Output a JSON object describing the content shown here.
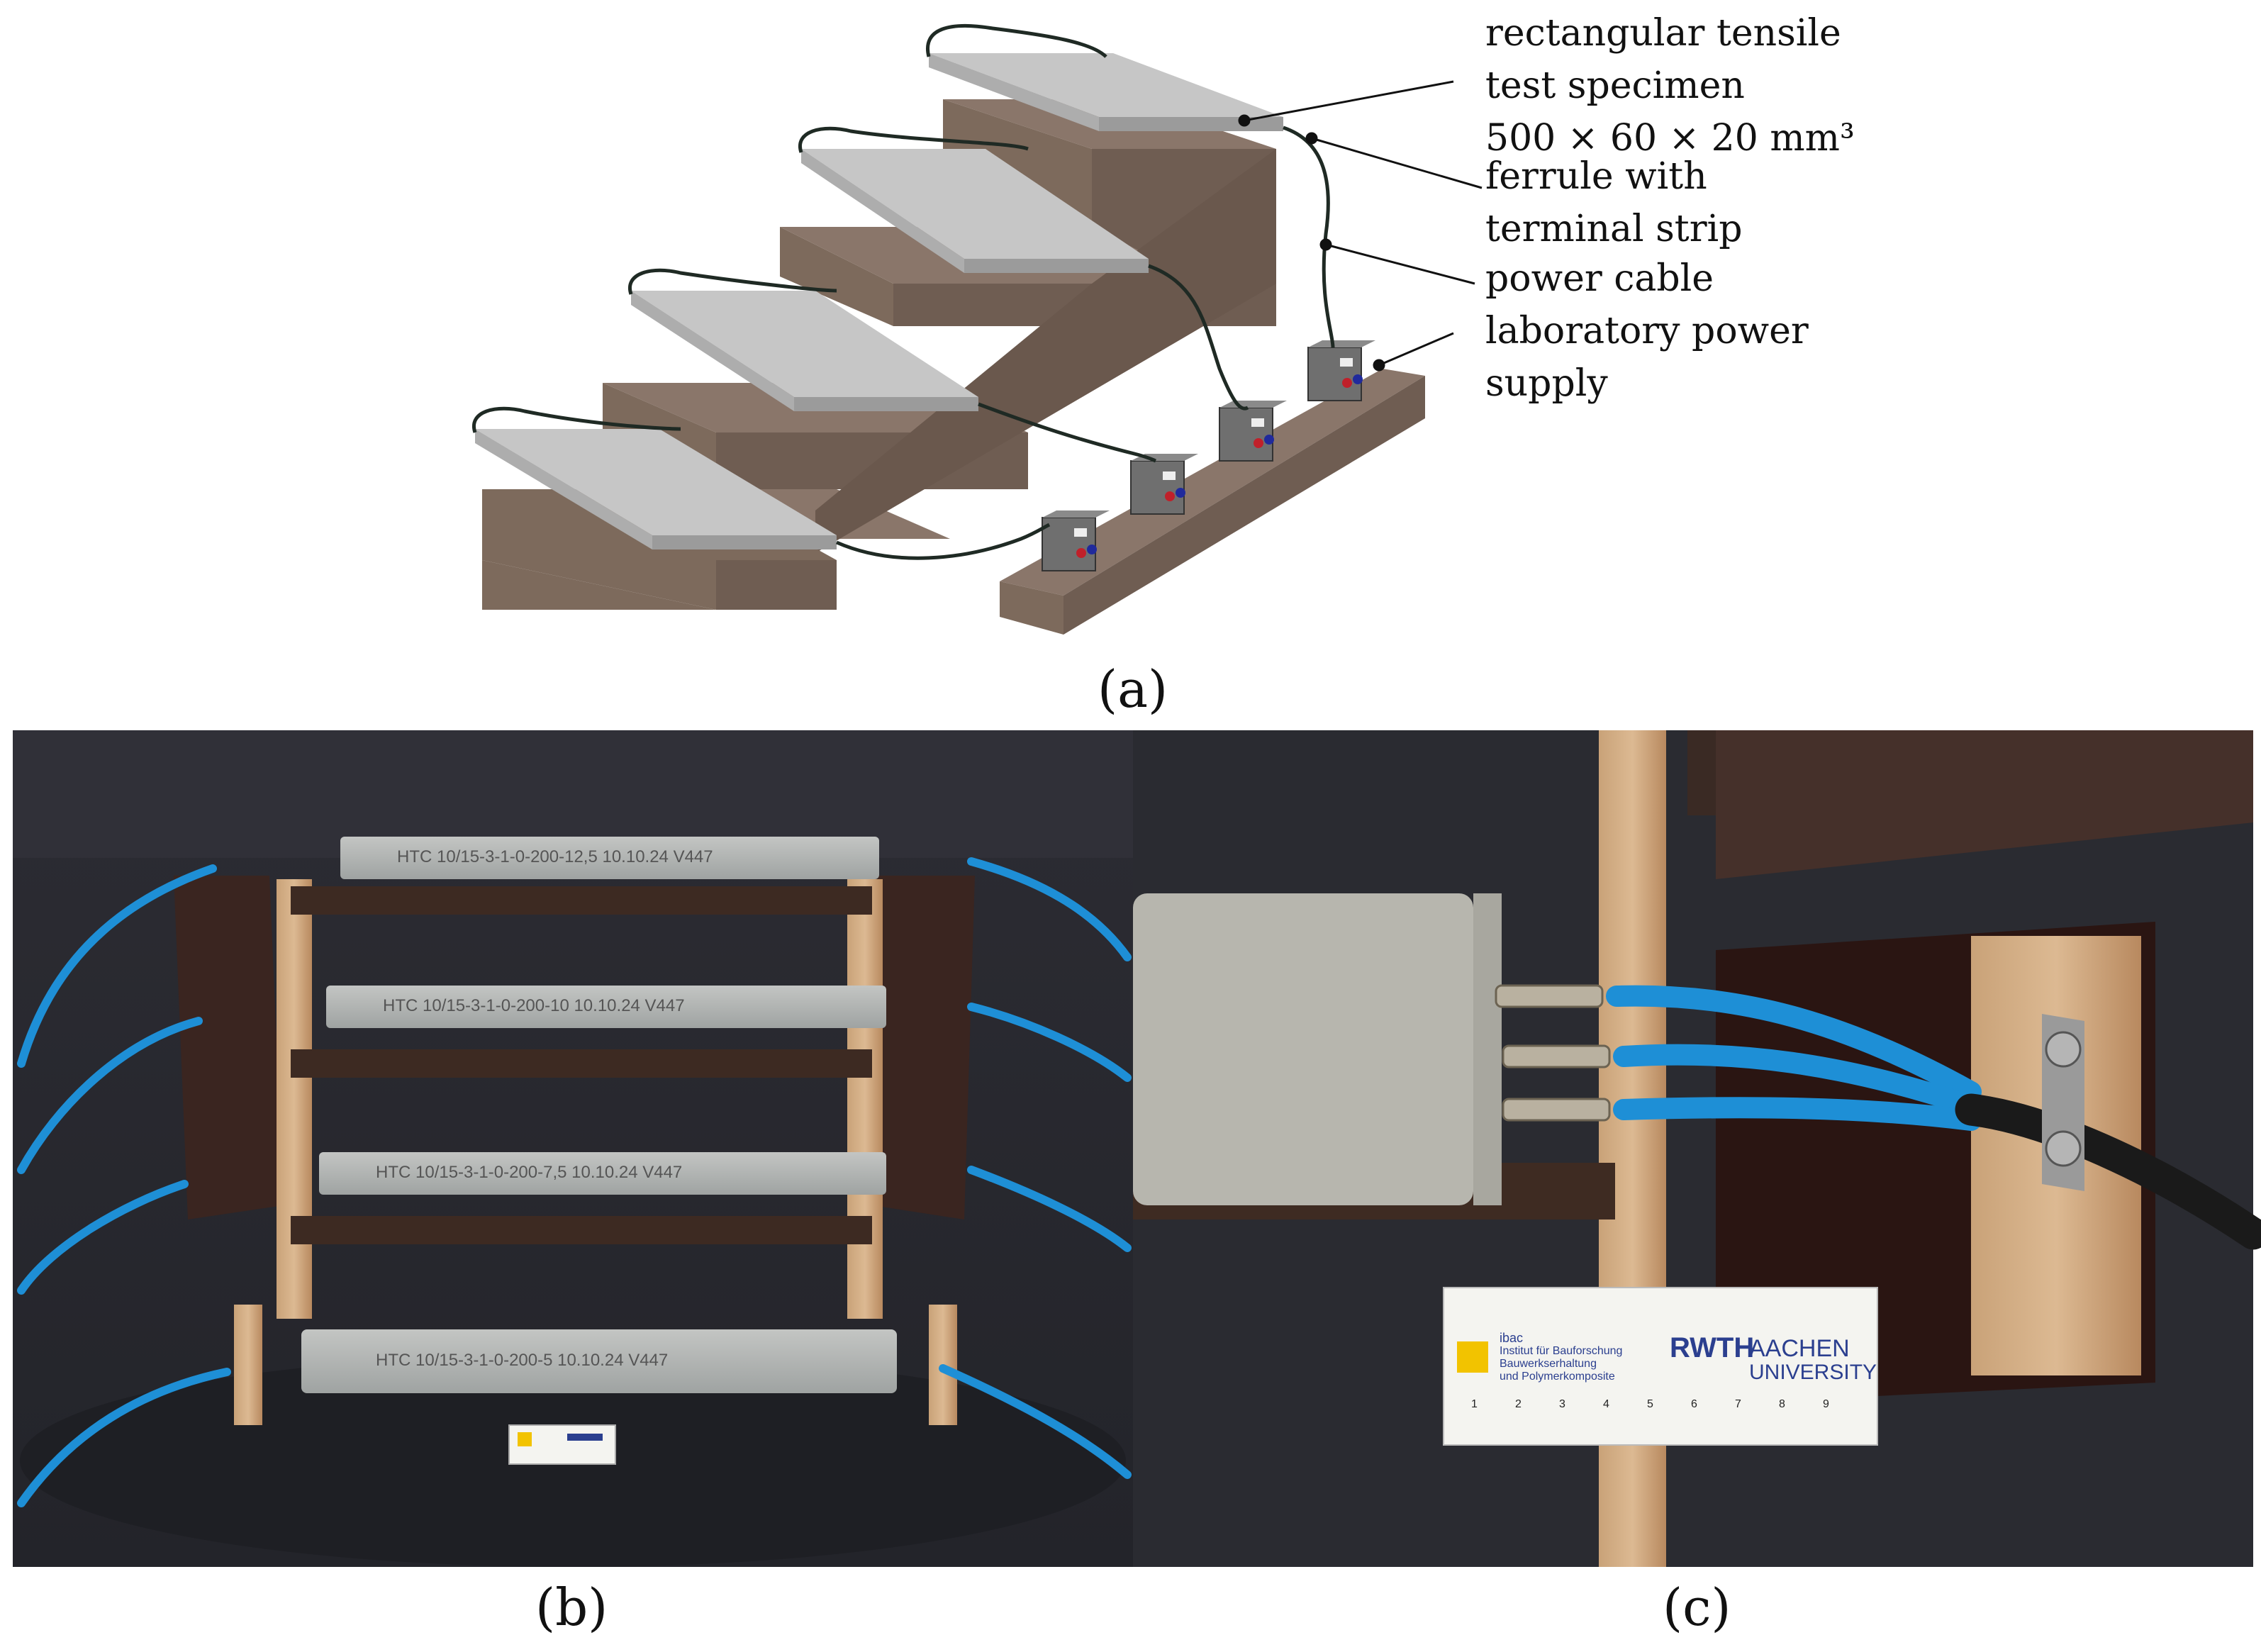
{
  "panel_a": {
    "label": "(a)",
    "callouts": {
      "specimen_line1": "rectangular tensile",
      "specimen_line2": "test specimen",
      "specimen_dims": "500 × 60 × 20 mm³",
      "ferrule_line1": "ferrule with",
      "ferrule_line2": "terminal strip",
      "cable": "power cable",
      "supply_line1": "laboratory power",
      "supply_line2": "supply"
    }
  },
  "panel_b": {
    "label": "(b)",
    "specimen_tags": [
      "HTC 10/15-3-1-0-200-12,5   10.10.24   V447",
      "HTC 10/15-3-1-0-200-10   10.10.24   V447",
      "HTC 10/15-3-1-0-200-7,5   10.10.24   V447",
      "HTC 10/15-3-1-0-200-5   10.10.24   V447"
    ]
  },
  "panel_c": {
    "label": "(c)",
    "scale_card": {
      "ibac": "ibac",
      "institute_line1": "Institut für Bauforschung",
      "institute_line2": "Bauwerkserhaltung",
      "institute_line3": "und Polymerkomposite",
      "rwth": "RWTH",
      "aachen": "AACHEN",
      "university": "UNIVERSITY",
      "ticks": [
        "1",
        "2",
        "3",
        "4",
        "5",
        "6",
        "7",
        "8",
        "9"
      ]
    }
  },
  "colors": {
    "stand_brown": "#7d6a5c",
    "specimen_gray": "#a9a9a9",
    "supply_gray": "#6f6f6f",
    "cable_blue": "#1e8fd6",
    "photo_background": "#2a2b31"
  }
}
